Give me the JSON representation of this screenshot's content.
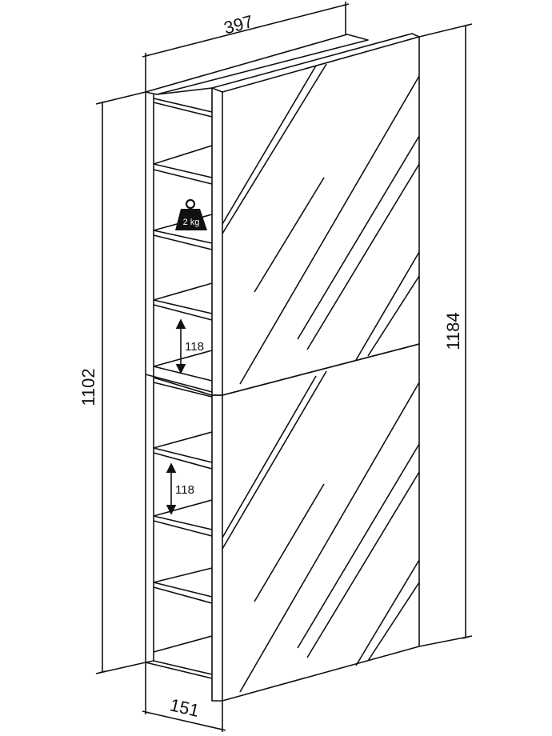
{
  "drawing": {
    "line_color": "#111111",
    "background": "#ffffff",
    "weight_icon": "weight-icon"
  },
  "dimensions": {
    "width": "397",
    "depth": "151",
    "height_body": "1102",
    "height_total": "1184",
    "shelf_gap_upper": "118",
    "shelf_gap_lower": "118"
  },
  "load": {
    "label": "2 kg"
  }
}
